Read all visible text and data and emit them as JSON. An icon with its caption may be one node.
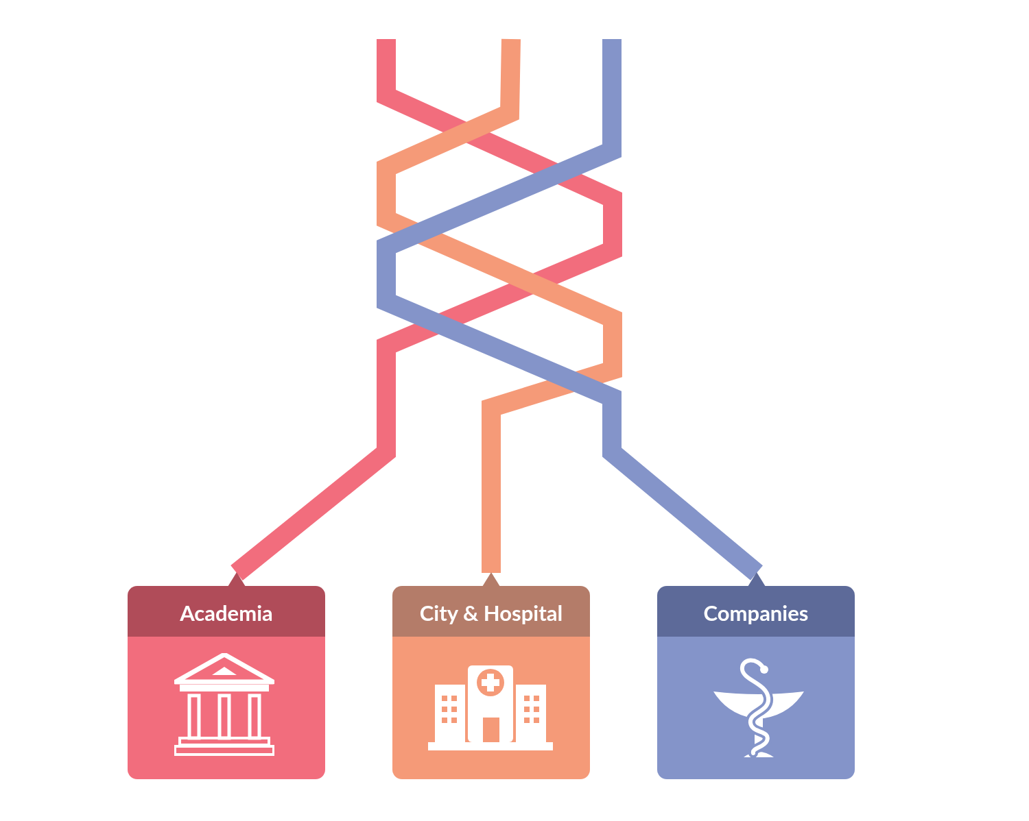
{
  "diagram": {
    "nodes": [
      {
        "text": [
          "Academia"
        ]
      },
      {
        "text": [
          "City & Hospital"
        ]
      },
      {
        "text": [
          "Companies"
        ]
      }
    ],
    "edges": [
      {
        "from": null,
        "to": 0,
        "arrow": "none",
        "color": "#f26d7d"
      },
      {
        "from": null,
        "to": 1,
        "arrow": "none",
        "color": "#f59a78"
      },
      {
        "from": null,
        "to": 2,
        "arrow": "none",
        "color": "#8494c9"
      }
    ]
  }
}
